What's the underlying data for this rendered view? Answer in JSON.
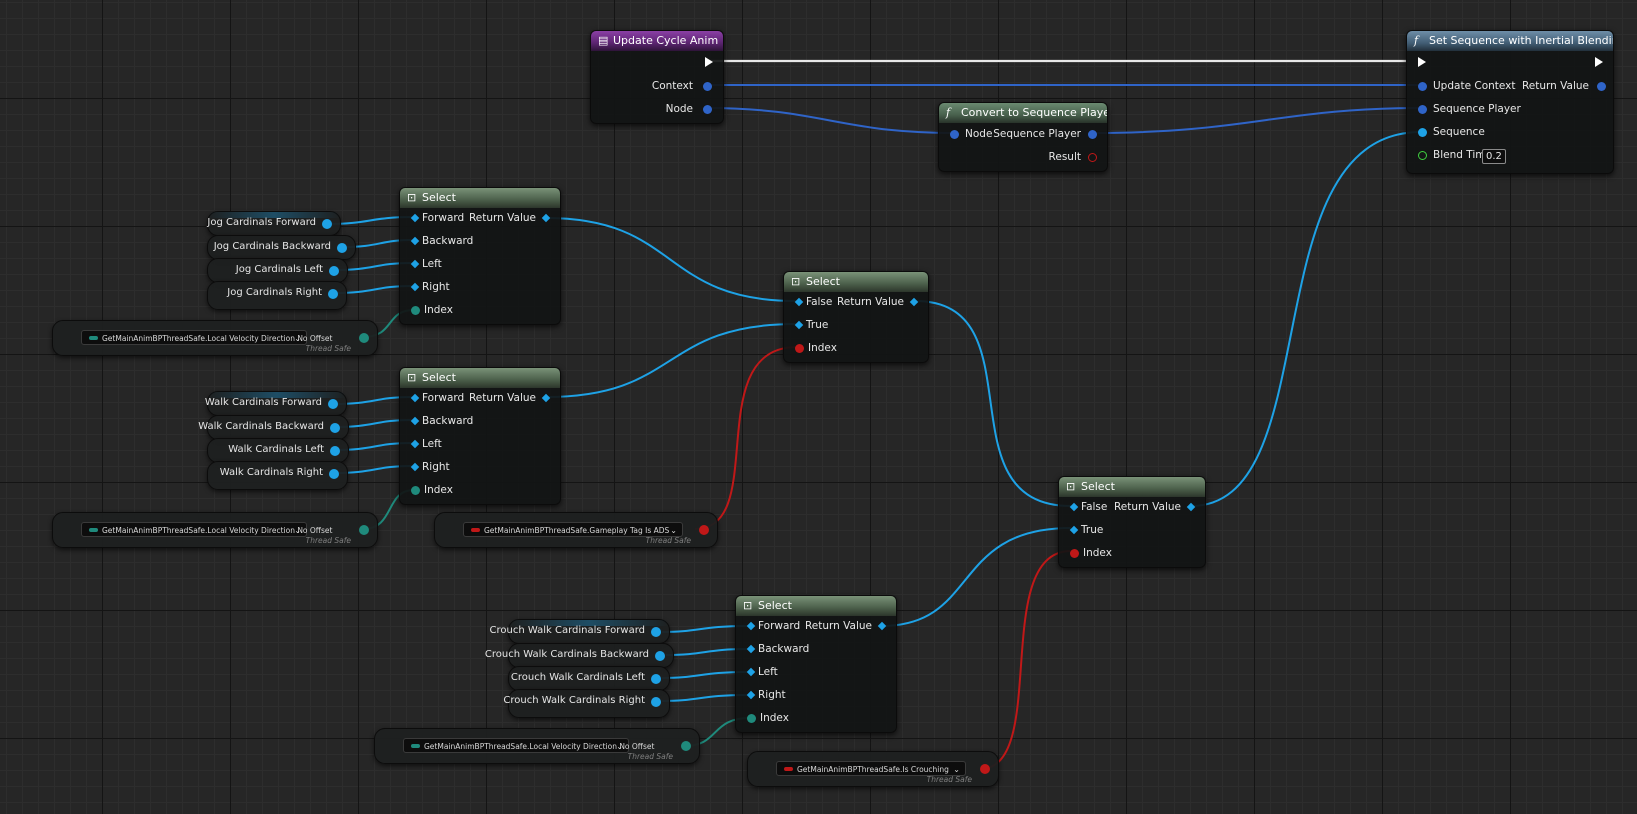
{
  "colors": {
    "float_pin": "#1ea2e6",
    "object_pin": "#2f64c8",
    "enum_pin": "#1f8a7c",
    "bool_pin": "#c01818",
    "blend_time_pin": "#3fcf3f"
  },
  "nodes": {
    "update_cycle_anim": {
      "icon": "event-icon",
      "title": "Update Cycle Anim",
      "context": "Context",
      "node": "Node"
    },
    "set_sequence": {
      "icon": "function-icon",
      "title": "Set Sequence with Inertial Blending",
      "update_context": "Update Context",
      "return_value": "Return Value",
      "sequence_player": "Sequence Player",
      "sequence": "Sequence",
      "blend_time": "Blend Time",
      "blend_time_value": "0.2"
    },
    "convert": {
      "icon": "function-icon",
      "title": "Convert to Sequence Player",
      "node": "Node",
      "sequence_player": "Sequence Player",
      "result": "Result"
    },
    "select_jog": {
      "title": "Select",
      "return_value": "Return Value",
      "options": [
        "Forward",
        "Backward",
        "Left",
        "Right"
      ],
      "index": "Index"
    },
    "select_walk": {
      "title": "Select",
      "return_value": "Return Value",
      "options": [
        "Forward",
        "Backward",
        "Left",
        "Right"
      ],
      "index": "Index"
    },
    "select_ads": {
      "title": "Select",
      "false": "False",
      "true": "True",
      "return_value": "Return Value",
      "index": "Index"
    },
    "select_crouch_final": {
      "title": "Select",
      "false": "False",
      "true": "True",
      "return_value": "Return Value",
      "index": "Index"
    },
    "select_crouch": {
      "title": "Select",
      "return_value": "Return Value",
      "options": [
        "Forward",
        "Backward",
        "Left",
        "Right"
      ],
      "index": "Index"
    }
  },
  "variables": {
    "jog": [
      "Jog Cardinals Forward",
      "Jog Cardinals Backward",
      "Jog Cardinals Left",
      "Jog Cardinals Right"
    ],
    "walk": [
      "Walk Cardinals Forward",
      "Walk Cardinals Backward",
      "Walk Cardinals Left",
      "Walk Cardinals Right"
    ],
    "crouch": [
      "Crouch Walk Cardinals Forward",
      "Crouch Walk Cardinals Backward",
      "Crouch Walk Cardinals Left",
      "Crouch Walk Cardinals Right"
    ]
  },
  "property_access": {
    "velocity_dir_1": {
      "label": "GetMainAnimBPThreadSafe.Local Velocity Direction No Offset",
      "badge": "Thread Safe"
    },
    "velocity_dir_2": {
      "label": "GetMainAnimBPThreadSafe.Local Velocity Direction No Offset",
      "badge": "Thread Safe"
    },
    "velocity_dir_3": {
      "label": "GetMainAnimBPThreadSafe.Local Velocity Direction No Offset",
      "badge": "Thread Safe"
    },
    "is_ads": {
      "label": "GetMainAnimBPThreadSafe.Gameplay Tag Is ADS",
      "badge": "Thread Safe"
    },
    "is_crouching": {
      "label": "GetMainAnimBPThreadSafe.Is Crouching",
      "badge": "Thread Safe"
    }
  }
}
